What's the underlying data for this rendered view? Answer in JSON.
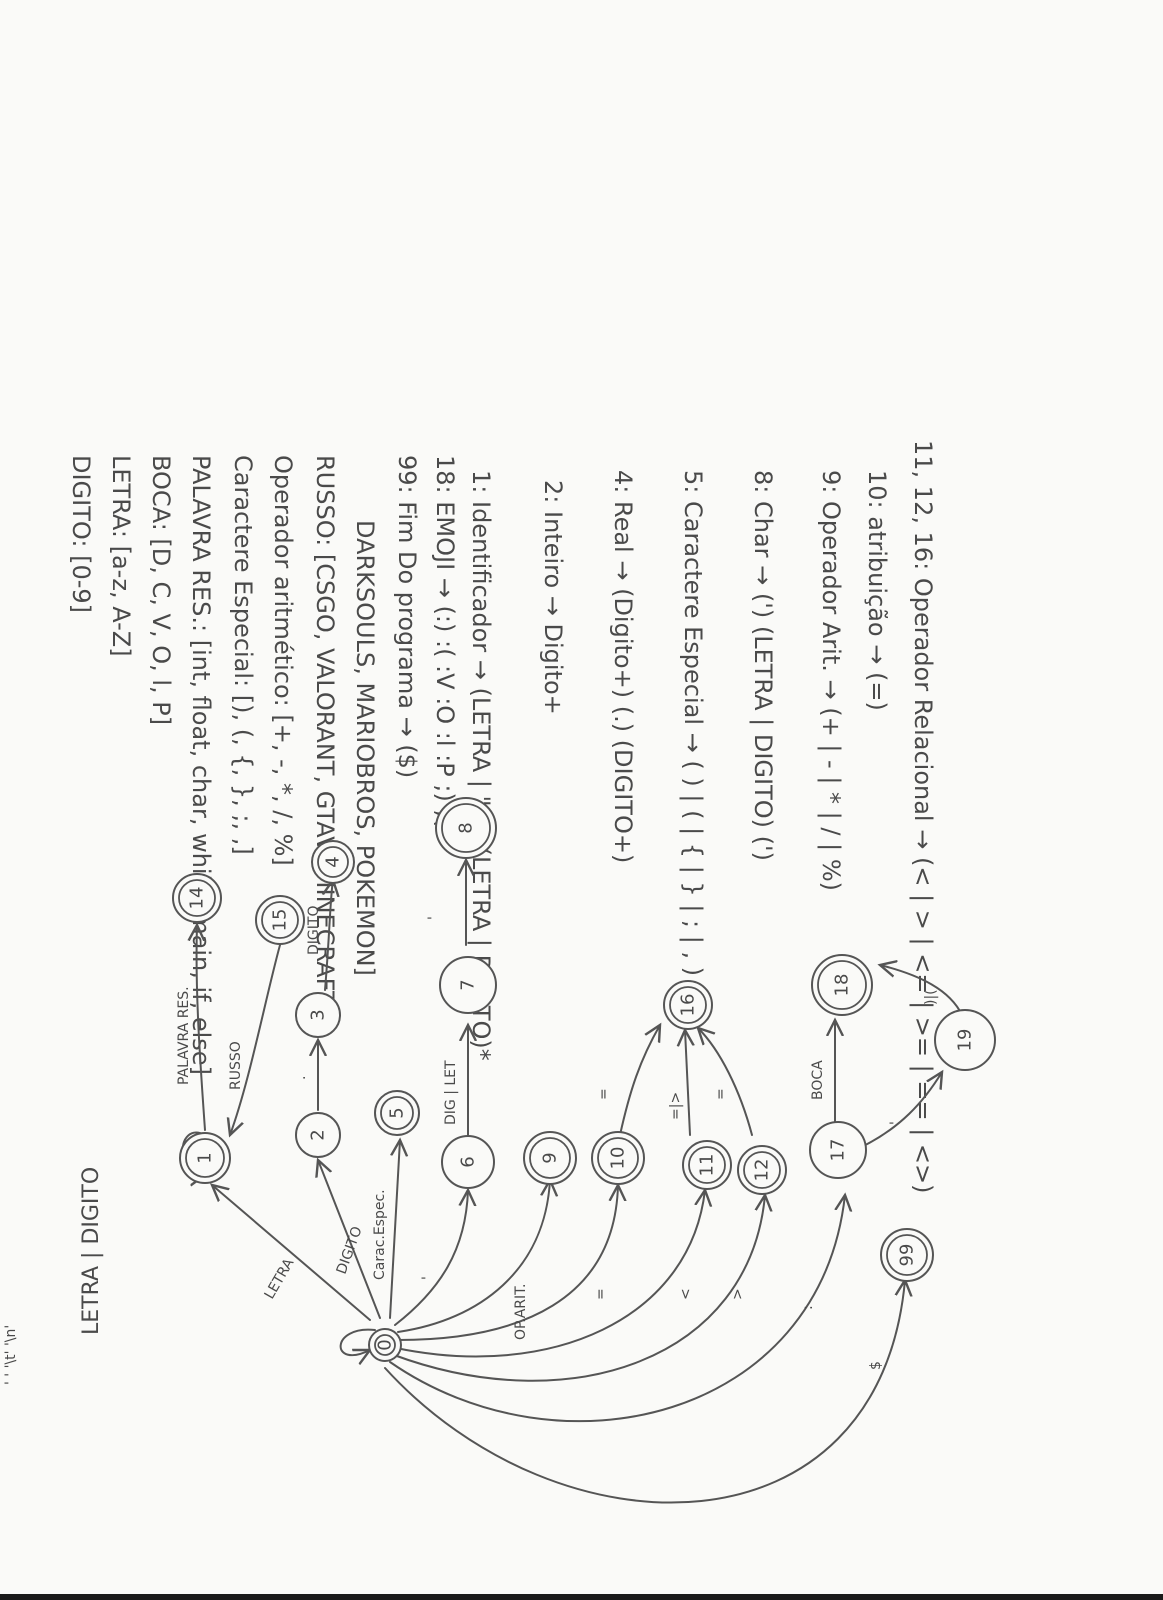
{
  "notes": [
    "DIGITO: [0-9]",
    "LETRA: [a-z, A-Z]",
    "BOCA: [D, C, V, O, l, P]",
    "PALAVRA RES.: [int, float, char, while, main, if, else]",
    "Caractere Especial: [), (, {, }, ;, ,]",
    "Operador aritmético: [+, -, *, /, %]",
    "RUSSO: [CSGO, VALORANT, GTAV, MINECRAFT,",
    "DARKSOULS, MARIOBROS, POKEMON]",
    "99: Fim Do programa → ($)",
    "18: EMOJI → (:) :( :V :O :l :P ;) ;(",
    "1: Identificador → (LETRA | \"_\") (LETRA | DIGITO)*",
    "2: Inteiro → Digito+",
    "4: Real → (Digito+) (.) (DIGITO+)",
    "5: Caractere Especial → ( ) | ( | { | } | ; | , )",
    "8: Char → (') (LETRA | DIGITO) (')",
    "9: Operador Arit. → (+ | - | * | / | %)",
    "10: atribuição → (=)",
    "11, 12, 16: Operador Relacional → (< | > | <= | >= | == | <>)"
  ],
  "diagram": {
    "title": "LETRA | DIGITO",
    "states": [
      "0",
      "1",
      "2",
      "3",
      "4",
      "5",
      "6",
      "7",
      "8",
      "9",
      "10",
      "11",
      "12",
      "14",
      "15",
      "16",
      "17",
      "18",
      "19",
      "99"
    ],
    "edge_labels": {
      "self_loop_0": "' ' '\\t' '\\n'",
      "to_1": "LETRA",
      "to_2": "DIGITO",
      "to_5": "Carac.Espec.",
      "to_6": "'",
      "to_9": "OP.ARIT.",
      "to_10": "=",
      "to_11": "<",
      "to_12": ">",
      "to_17": ":",
      "to_99": "$",
      "1_to_14": "PALAVRA RES.",
      "1_to_15": "RUSSO",
      "2_to_3": ".",
      "3_to_4": "DIGITO",
      "6_to_7": "DIG | LET",
      "7_to_8": "'",
      "10_to_16": "=",
      "11_to_16": "=|>",
      "12_to_16": "=",
      "17_to_18": "BOCA",
      "17_to_19": "'",
      "19_to_18": ")|("
    }
  }
}
